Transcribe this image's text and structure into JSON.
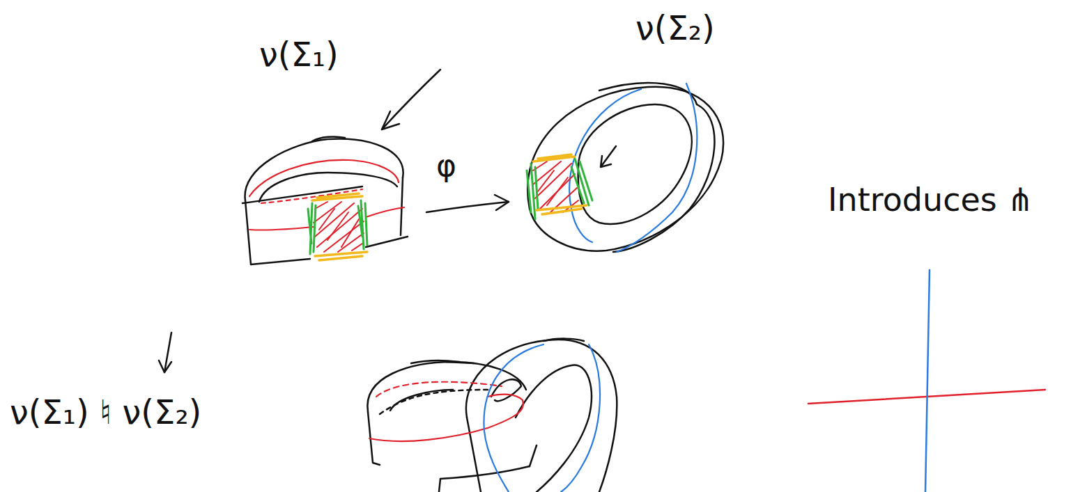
{
  "diagram": {
    "labels": [
      "ν(Σ₁)",
      "ν(Σ₂)",
      "φ",
      "Introduces ⋔",
      "ν(Σ₁) ♮ ν(Σ₂)"
    ]
  }
}
